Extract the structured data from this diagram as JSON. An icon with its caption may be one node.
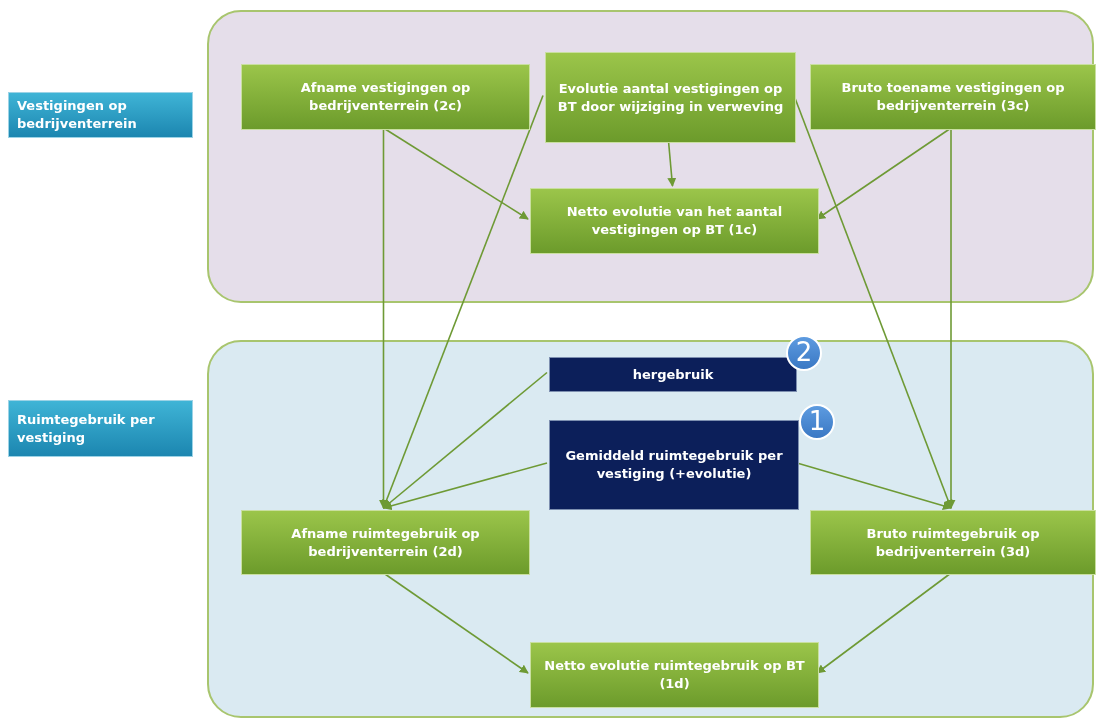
{
  "diagram": {
    "nodes": [
      {
        "text": [],
        "shape": "box"
      },
      {
        "text": [],
        "shape": "box"
      },
      {
        "text": [
          "Vestigingen op bedrijventerrein"
        ]
      },
      {
        "text": [
          "Ruimtegebruik per vestiging"
        ]
      },
      {
        "text": [
          "Afname vestigingen op bedrijventerrein (2c)"
        ],
        "in": 0
      },
      {
        "text": [
          "Evolutie aantal vestigingen op BT door wijziging in verweving"
        ],
        "in": 0
      },
      {
        "text": [
          "Bruto toename vestigingen op bedrijventerrein (3c)"
        ],
        "in": 0
      },
      {
        "text": [
          "Netto evolutie van het aantal vestigingen op BT (1c)"
        ],
        "in": 0
      },
      {
        "text": [
          "hergebruik"
        ],
        "in": 1,
        "beside": [
          "2"
        ]
      },
      {
        "text": [
          "Gemiddeld ruimtegebruik per vestiging (+evolutie)"
        ],
        "in": 1,
        "beside": [
          "1"
        ]
      },
      {
        "text": [
          "Afname ruimtegebruik op bedrijventerrein (2d)"
        ],
        "in": 1
      },
      {
        "text": [
          "Bruto ruimtegebruik op bedrijventerrein (3d)"
        ],
        "in": 1
      },
      {
        "text": [
          "Netto evolutie ruimtegebruik op BT (1d)"
        ],
        "in": 1
      }
    ],
    "edges": [
      {
        "from": 4,
        "to": 7,
        "arrow": "to"
      },
      {
        "from": 5,
        "to": 7,
        "arrow": "to"
      },
      {
        "from": 6,
        "to": 7,
        "arrow": "to"
      },
      {
        "from": 4,
        "to": 10,
        "arrow": "to"
      },
      {
        "from": 5,
        "to": 10,
        "arrow": "to"
      },
      {
        "from": 8,
        "to": 10,
        "arrow": "to"
      },
      {
        "from": 9,
        "to": 10,
        "arrow": "to"
      },
      {
        "from": 6,
        "to": 11,
        "arrow": "to"
      },
      {
        "from": 5,
        "to": 11,
        "arrow": "to"
      },
      {
        "from": 9,
        "to": 11,
        "arrow": "to"
      },
      {
        "from": 10,
        "to": 12,
        "arrow": "to"
      },
      {
        "from": 11,
        "to": 12,
        "arrow": "to"
      }
    ]
  }
}
